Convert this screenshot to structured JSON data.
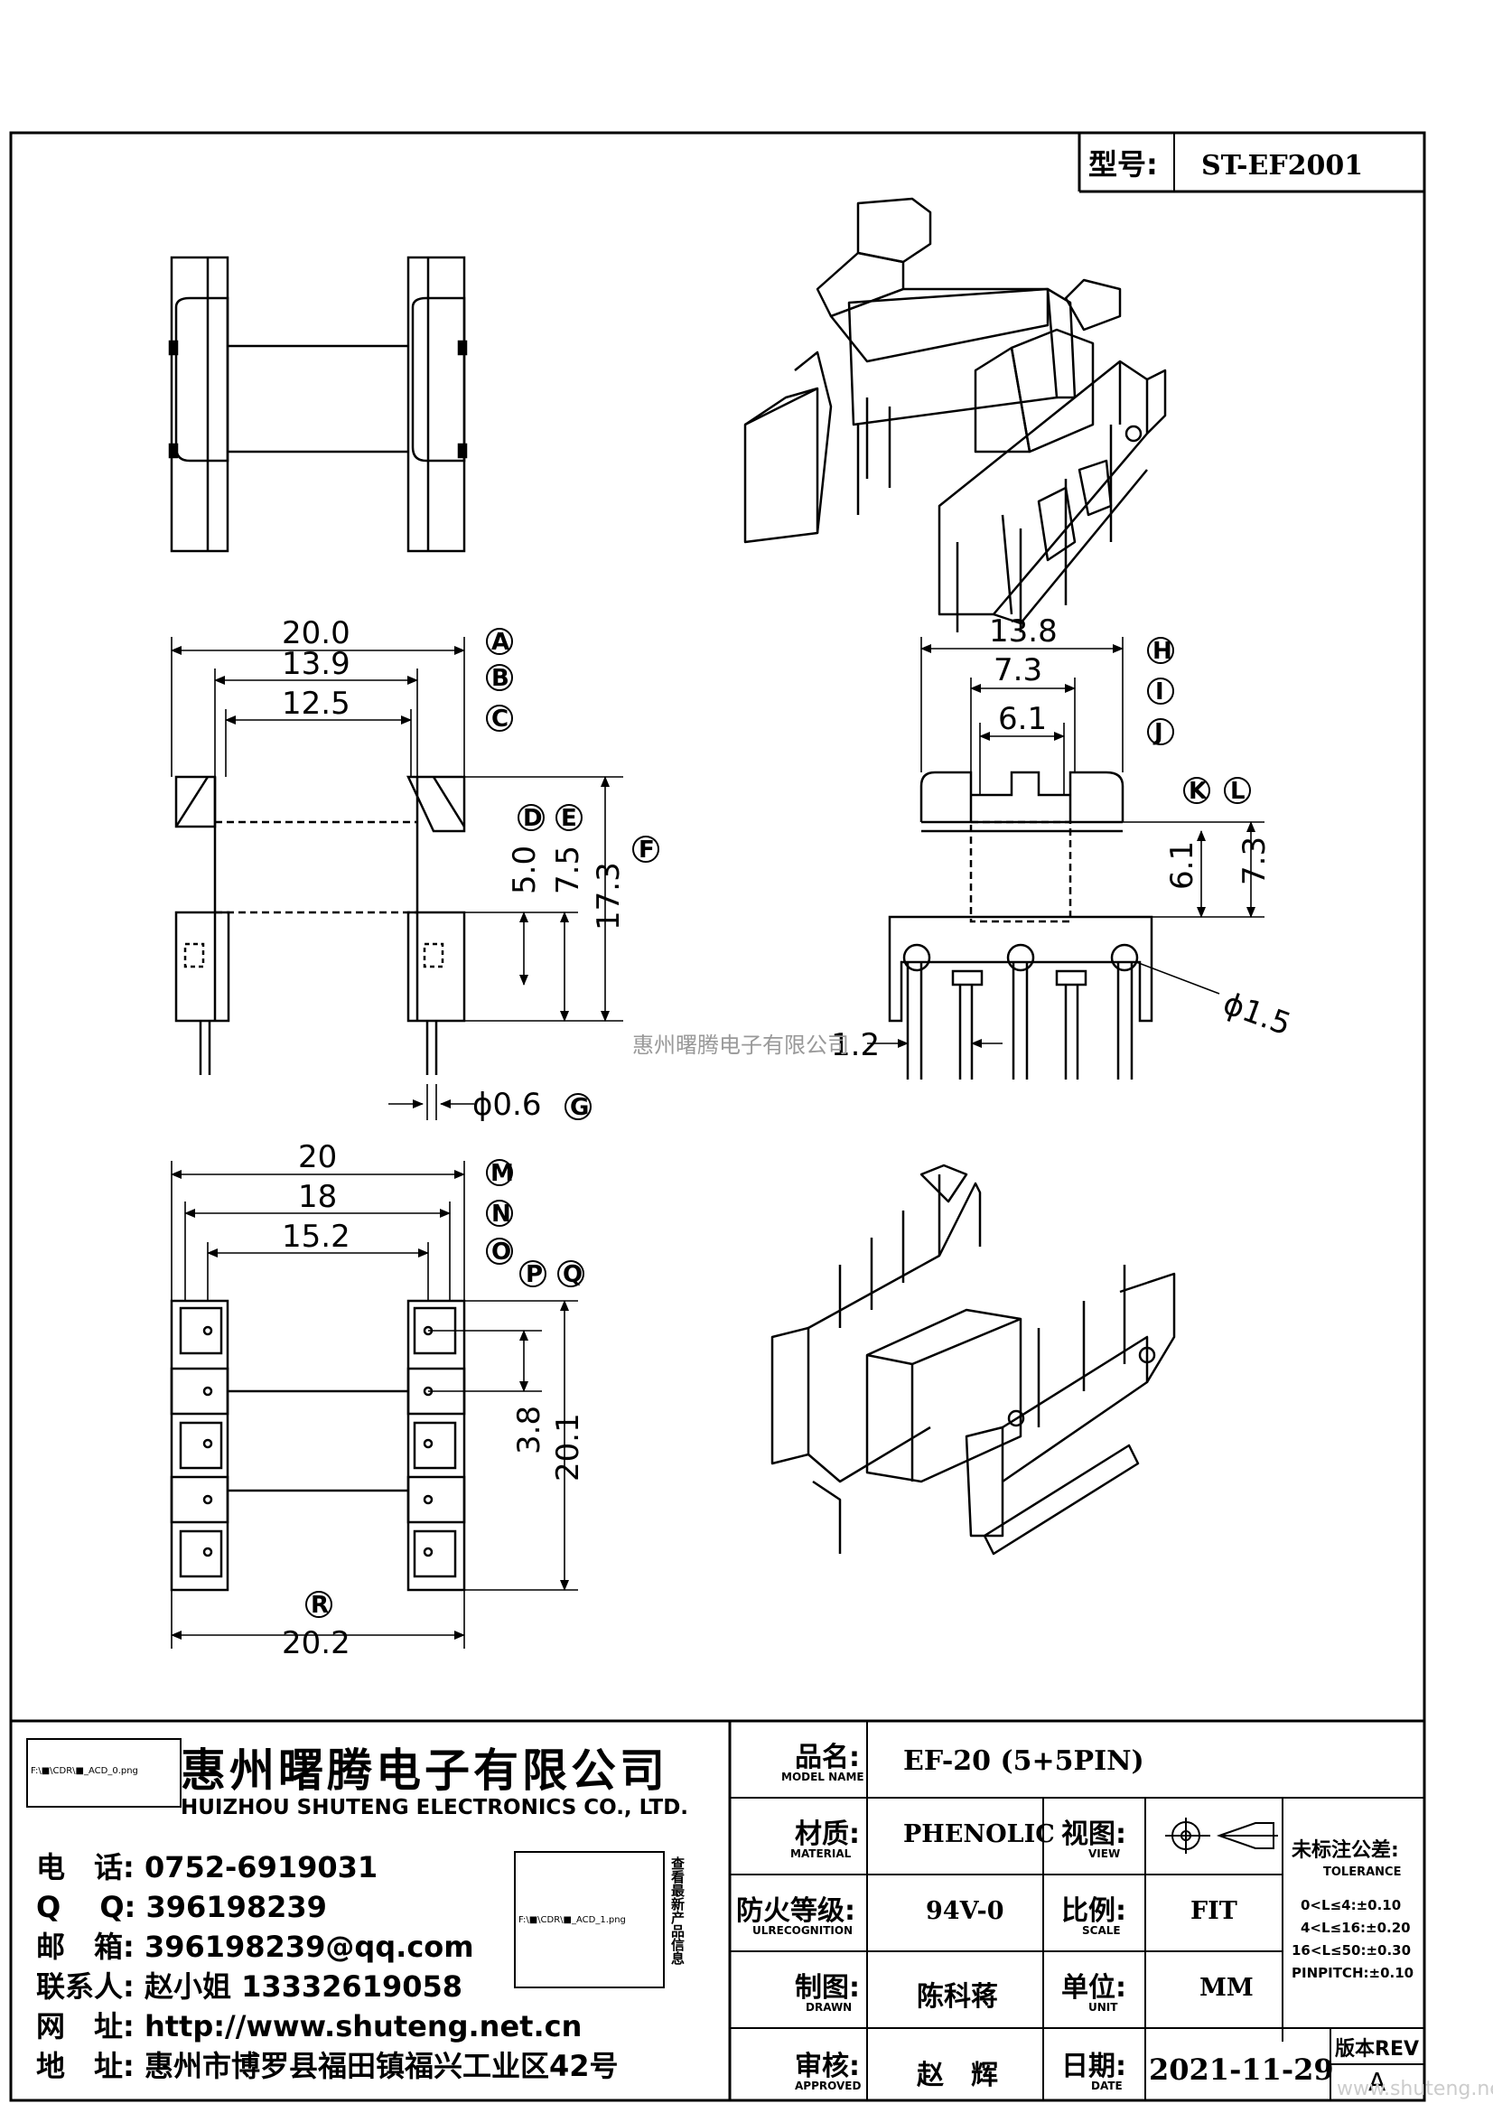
{
  "model_header": {
    "label": "型号:",
    "value": "ST-EF2001"
  },
  "watermark": "惠州曙腾电子有限公司",
  "side_view_labels": {
    "A": "A",
    "B": "B",
    "C": "C",
    "D": "D",
    "E": "E",
    "F": "F",
    "G": "G",
    "dim_20_0": "20.0",
    "dim_13_9": "13.9",
    "dim_12_5": "12.5",
    "dim_5_0": "5.0",
    "dim_7_5": "7.5",
    "dim_17_3": "17.3",
    "dim_pin": "ϕ0.6"
  },
  "front_view_labels": {
    "H": "H",
    "I": "I",
    "J": "J",
    "K": "K",
    "L": "L",
    "dim_13_8": "13.8",
    "dim_7_3": "7.3",
    "dim_6_1": "6.1",
    "dim_6_1_v": "6.1",
    "dim_7_3_v": "7.3",
    "dim_hole": "ϕ1.5",
    "dim_1_2": "1.2"
  },
  "bottom_view_labels": {
    "M": "M",
    "N": "N",
    "O": "O",
    "P": "P",
    "Q": "Q",
    "R": "R",
    "dim_20": "20",
    "dim_18": "18",
    "dim_15_2": "15.2",
    "dim_3_8": "3.8",
    "dim_20_1": "20.1",
    "dim_20_2": "20.2"
  },
  "company": {
    "logo_ref": "F:\\■\\CDR\\■_ACD_0.png",
    "qr_ref": "F:\\■\\CDR\\■_ACD_1.png",
    "qr_caption": "查看最新产品信息",
    "name_cn": "惠州曙腾电子有限公司",
    "name_en": "HUIZHOU SHUTENG ELECTRONICS CO., LTD.",
    "contacts": [
      {
        "label": "电　话:",
        "value": "0752-6919031"
      },
      {
        "label": "Q　 Q:",
        "value": "396198239"
      },
      {
        "label": "邮　箱:",
        "value": "396198239@qq.com"
      },
      {
        "label": "联系人:",
        "value": "赵小姐 13332619058"
      },
      {
        "label": "网　址:",
        "value": "http://www.shuteng.net.cn"
      },
      {
        "label": "地　址:",
        "value": "惠州市博罗县福田镇福兴工业区42号"
      }
    ]
  },
  "title_block": {
    "model_name": {
      "cn": "品名:",
      "en": "MODEL NAME",
      "value": "EF-20 (5+5PIN)"
    },
    "material": {
      "cn": "材质:",
      "en": "MATERIAL",
      "value": "PHENOLIC"
    },
    "view": {
      "cn": "视图:",
      "en": "VIEW"
    },
    "flammability": {
      "cn": "防火等级:",
      "en": "ULRECOGNITION",
      "value": "94V-0"
    },
    "scale": {
      "cn": "比例:",
      "en": "SCALE",
      "value": "FIT"
    },
    "drawn": {
      "cn": "制图:",
      "en": "DRAWN",
      "value": "陈科蒋"
    },
    "unit": {
      "cn": "单位:",
      "en": "UNIT",
      "value": "MM"
    },
    "approved": {
      "cn": "审核:",
      "en": "APPROVED",
      "value": "赵　辉"
    },
    "date": {
      "cn": "日期:",
      "en": "DATE",
      "value": "2021-11-29"
    },
    "revision": {
      "label": "版本REV",
      "value": "A"
    },
    "tolerance": {
      "title": "未标注公差:",
      "subtitle": "TOLERANCE",
      "rows": [
        "0<L≤4:±0.10",
        "4<L≤16:±0.20",
        "16<L≤50:±0.30",
        "PINPITCH:±0.10"
      ]
    }
  },
  "site_watermark": "www.shuteng.net.cn"
}
